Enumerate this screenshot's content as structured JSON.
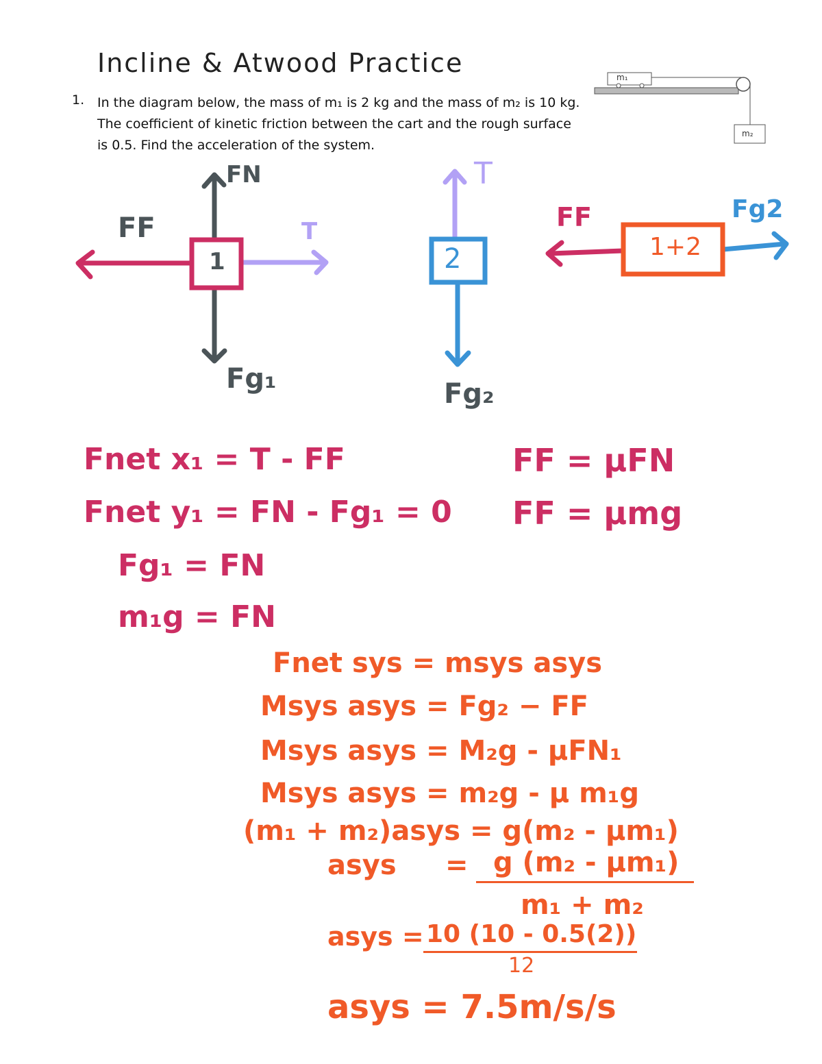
{
  "title": "Incline & Atwood Practice",
  "question": {
    "number": "1.",
    "text": "In the diagram below, the mass of m₁ is 2 kg and the mass of m₂ is 10 kg. The coefficient of kinetic friction between the cart and the rough surface is 0.5. Find the acceleration of the system."
  },
  "setup_diagram": {
    "m1_label": "m₁",
    "m2_label": "m₂"
  },
  "fbd1": {
    "block": "1",
    "fn": "FN",
    "ff": "FF",
    "t": "T",
    "fg": "Fg₁"
  },
  "fbd2": {
    "block": "2",
    "t": "T",
    "fg": "Fg₂"
  },
  "fbd_sys": {
    "block": "1+2",
    "ff": "FF",
    "fg": "Fg2"
  },
  "equations_block1": [
    "Fnet x₁ = T - FF",
    "Fnet y₁ = FN - Fg₁ = 0",
    "Fg₁ = FN",
    "m₁g = FN"
  ],
  "friction": [
    "FF = μFN",
    "FF = μmg"
  ],
  "system_equations": [
    "Fnet sys = msys asys",
    "Msys asys = Fg₂ − FF",
    "Msys asys = M₂g - μFN₁",
    "Msys asys = m₂g - μ m₁g",
    "(m₁ + m₂)asys = g(m₂ - μm₁)"
  ],
  "asys_formula": {
    "lhs": "asys",
    "eq": "=",
    "num": "g (m₂ - μm₁)",
    "den": "m₁ + m₂"
  },
  "asys_numbers": {
    "lhs": "asys =",
    "num": "10 (10 - 0.5(2))",
    "den": "12"
  },
  "answer": "asys = 7.5m/s/s",
  "colors": {
    "magenta": "#cc2e63",
    "gray": "#4b5458",
    "lavender": "#b2a1f5",
    "blue": "#3a93d6",
    "orange": "#f05a28"
  }
}
